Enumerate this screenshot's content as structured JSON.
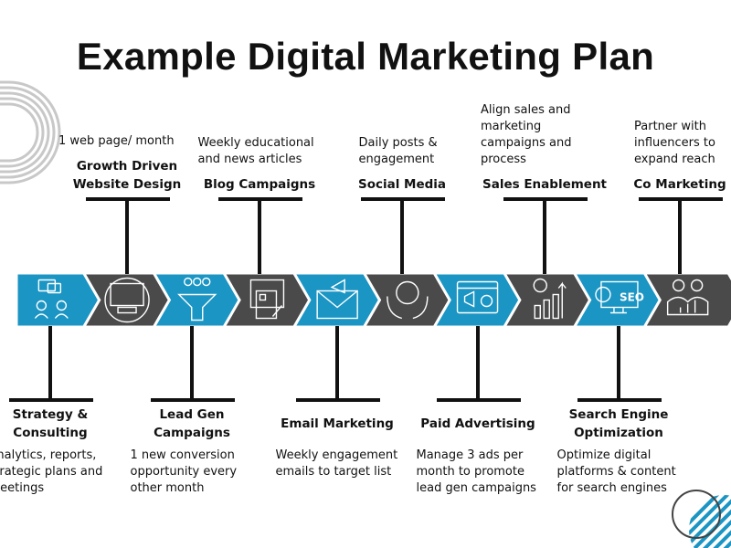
{
  "title": "Example Digital Marketing Plan",
  "colors": {
    "blue": "#1b95c3",
    "dark": "#4a4a4a",
    "decor_gray": "#c8c8c8"
  },
  "steps": [
    {
      "title": "Strategy & Consulting",
      "desc": "Analytics, reports, strategic plans and meetings",
      "position": "bottom",
      "icon": "chat-people-icon"
    },
    {
      "title": "Growth Driven Website Design",
      "desc": "1 web page/ month",
      "position": "top",
      "icon": "website-design-icon"
    },
    {
      "title": "Lead Gen Campaigns",
      "desc": "1 new conversion opportunity every other month",
      "position": "bottom",
      "icon": "lead-funnel-icon"
    },
    {
      "title": "Blog Campaigns",
      "desc": "Weekly educational and news articles",
      "position": "top",
      "icon": "blog-document-icon"
    },
    {
      "title": "Email Marketing",
      "desc": "Weekly engagement emails to target list",
      "position": "bottom",
      "icon": "email-megaphone-icon"
    },
    {
      "title": "Social Media",
      "desc": "Daily posts & engagement",
      "position": "top",
      "icon": "globe-hands-icon"
    },
    {
      "title": "Paid Advertising",
      "desc": "Manage 3 ads per month to promote lead gen campaigns",
      "position": "bottom",
      "icon": "ad-megaphone-dollar-icon"
    },
    {
      "title": "Sales Enablement",
      "desc": "Align sales and marketing campaigns and process",
      "position": "top",
      "icon": "dollar-growth-icon"
    },
    {
      "title": "Search Engine Optimization",
      "desc": "Optimize digital platforms & content for search engines",
      "position": "bottom",
      "icon": "seo-monitor-icon"
    },
    {
      "title": "Co Marketing",
      "desc": "Partner with influencers to expand reach",
      "position": "top",
      "icon": "partners-chart-icon"
    }
  ],
  "seo_text": "SEO"
}
